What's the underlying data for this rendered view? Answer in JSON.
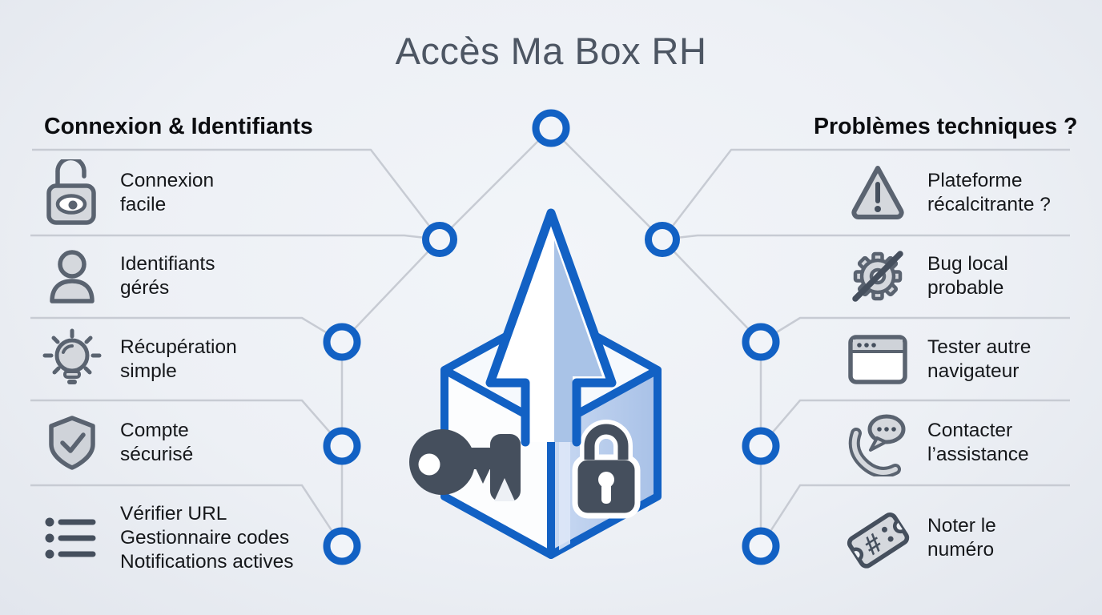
{
  "title": "Accès Ma Box RH",
  "left": {
    "header": "Connexion & Identifiants",
    "items": [
      {
        "icon": "unlock-eye-icon",
        "lines": [
          "Connexion",
          "facile"
        ]
      },
      {
        "icon": "user-icon",
        "lines": [
          "Identifiants",
          "gérés"
        ]
      },
      {
        "icon": "lightbulb-icon",
        "lines": [
          "Récupération",
          "simple"
        ]
      },
      {
        "icon": "shield-check-icon",
        "lines": [
          "Compte",
          "sécurisé"
        ]
      },
      {
        "icon": "checklist-icon",
        "lines": [
          "Vérifier URL",
          "Gestionnaire codes",
          "Notifications actives"
        ]
      }
    ]
  },
  "right": {
    "header": "Problèmes techniques ?",
    "items": [
      {
        "icon": "warning-triangle-icon",
        "lines": [
          "Plateforme",
          "récalcitrante ?"
        ]
      },
      {
        "icon": "gear-slash-icon",
        "lines": [
          "Bug local",
          "probable"
        ]
      },
      {
        "icon": "browser-window-icon",
        "lines": [
          "Tester autre",
          "navigateur"
        ]
      },
      {
        "icon": "phone-chat-icon",
        "lines": [
          "Contacter",
          "l’assistance"
        ]
      },
      {
        "icon": "ticket-icon",
        "lines": [
          "Noter le",
          "numéro"
        ]
      }
    ]
  },
  "center_illustration": {
    "description": "secure box with padlock, key and upward arrow",
    "ticket_glyph": "#"
  },
  "colors": {
    "accent_blue": "#1261c4",
    "dark_slate": "#454f5d",
    "icon_stroke": "#5a6370",
    "icon_fill": "#d5d8dd",
    "connector_gray": "#c7cbd3",
    "box_face_blue": "#b7cbec",
    "arrow_shading": "#a9c3e7",
    "background": "#eef1f5",
    "title_color": "#4d5663"
  }
}
